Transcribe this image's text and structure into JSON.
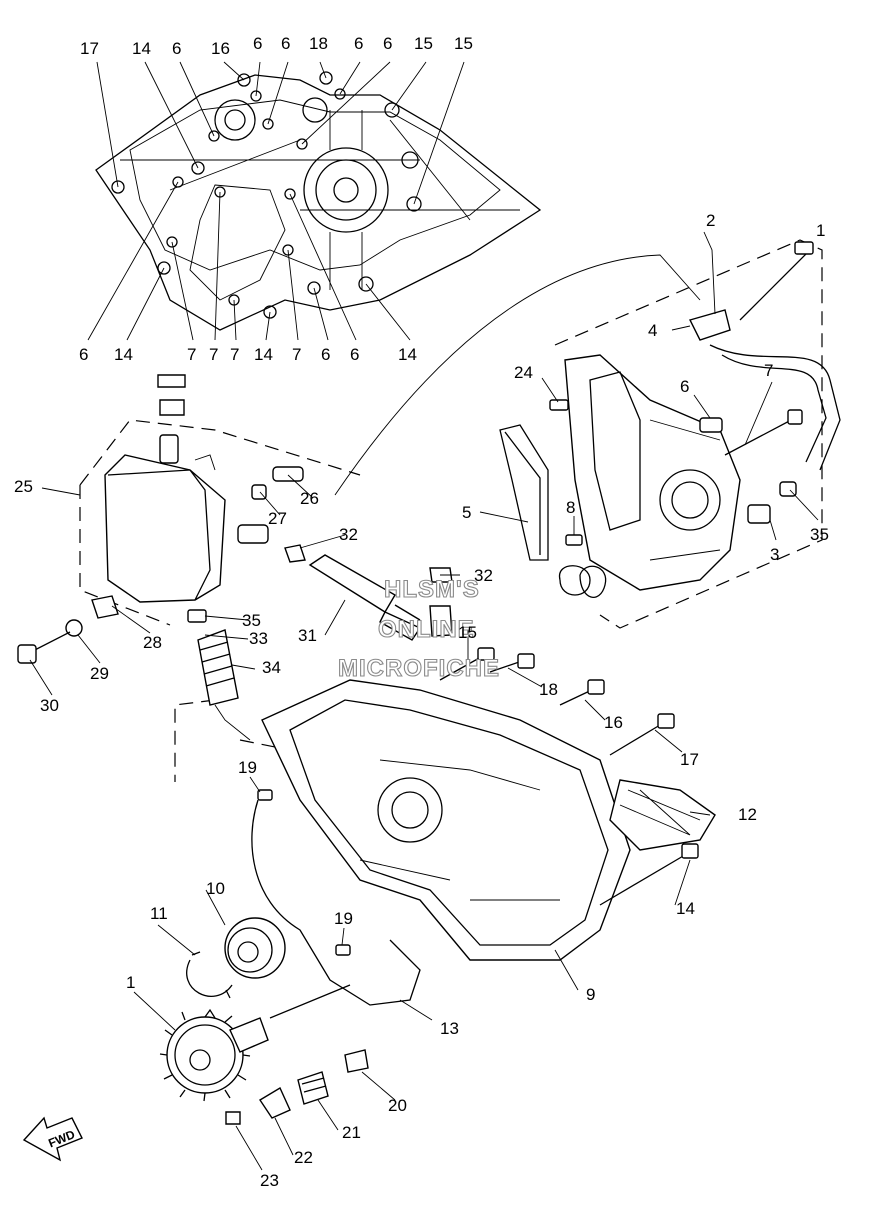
{
  "watermark": {
    "line1": "HLSM'S",
    "line2": "ONLINE",
    "line3": "MICROFICHE"
  },
  "direction_marker": "FWD",
  "callouts": [
    {
      "id": "c01",
      "text": "17"
    },
    {
      "id": "c02",
      "text": "14"
    },
    {
      "id": "c03",
      "text": "6"
    },
    {
      "id": "c04",
      "text": "16"
    },
    {
      "id": "c05",
      "text": "6"
    },
    {
      "id": "c06",
      "text": "6"
    },
    {
      "id": "c07",
      "text": "18"
    },
    {
      "id": "c08",
      "text": "6"
    },
    {
      "id": "c09",
      "text": "6"
    },
    {
      "id": "c10",
      "text": "15"
    },
    {
      "id": "c11",
      "text": "15"
    },
    {
      "id": "c12",
      "text": "6"
    },
    {
      "id": "c13",
      "text": "14"
    },
    {
      "id": "c14",
      "text": "7"
    },
    {
      "id": "c15",
      "text": "7"
    },
    {
      "id": "c16",
      "text": "7"
    },
    {
      "id": "c17",
      "text": "14"
    },
    {
      "id": "c18",
      "text": "7"
    },
    {
      "id": "c19",
      "text": "6"
    },
    {
      "id": "c20",
      "text": "6"
    },
    {
      "id": "c21",
      "text": "14"
    },
    {
      "id": "c22",
      "text": "2"
    },
    {
      "id": "c23",
      "text": "1"
    },
    {
      "id": "c24",
      "text": "4"
    },
    {
      "id": "c25",
      "text": "24"
    },
    {
      "id": "c26",
      "text": "6"
    },
    {
      "id": "c27",
      "text": "7"
    },
    {
      "id": "c28",
      "text": "5"
    },
    {
      "id": "c29",
      "text": "8"
    },
    {
      "id": "c30",
      "text": "3"
    },
    {
      "id": "c31",
      "text": "35"
    },
    {
      "id": "c32",
      "text": "25"
    },
    {
      "id": "c33",
      "text": "26"
    },
    {
      "id": "c34",
      "text": "27"
    },
    {
      "id": "c35",
      "text": "32"
    },
    {
      "id": "c36",
      "text": "32"
    },
    {
      "id": "c37",
      "text": "31"
    },
    {
      "id": "c38",
      "text": "15"
    },
    {
      "id": "c39",
      "text": "35"
    },
    {
      "id": "c40",
      "text": "33"
    },
    {
      "id": "c41",
      "text": "34"
    },
    {
      "id": "c42",
      "text": "28"
    },
    {
      "id": "c43",
      "text": "29"
    },
    {
      "id": "c44",
      "text": "30"
    },
    {
      "id": "c45",
      "text": "18"
    },
    {
      "id": "c46",
      "text": "16"
    },
    {
      "id": "c47",
      "text": "17"
    },
    {
      "id": "c48",
      "text": "19"
    },
    {
      "id": "c49",
      "text": "12"
    },
    {
      "id": "c50",
      "text": "10"
    },
    {
      "id": "c51",
      "text": "11"
    },
    {
      "id": "c52",
      "text": "19"
    },
    {
      "id": "c53",
      "text": "14"
    },
    {
      "id": "c54",
      "text": "9"
    },
    {
      "id": "c55",
      "text": "1"
    },
    {
      "id": "c56",
      "text": "13"
    },
    {
      "id": "c57",
      "text": "20"
    },
    {
      "id": "c58",
      "text": "21"
    },
    {
      "id": "c59",
      "text": "22"
    },
    {
      "id": "c60",
      "text": "23"
    }
  ]
}
